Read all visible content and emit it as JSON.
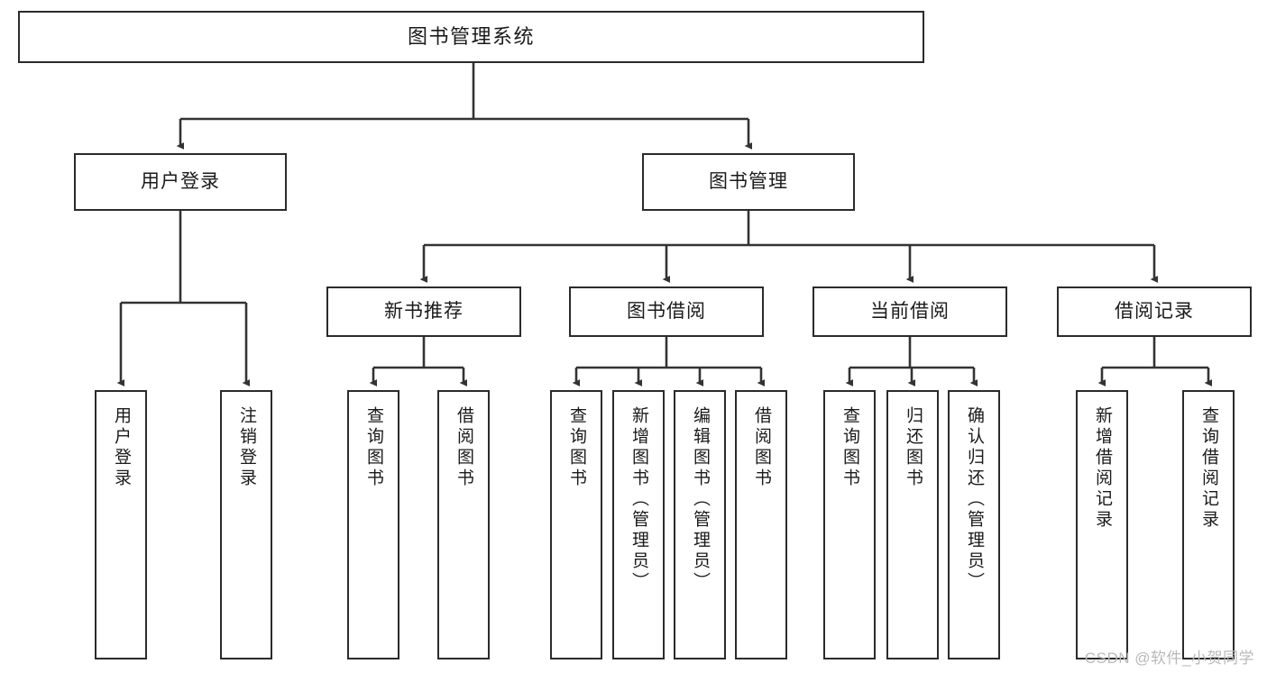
{
  "diagram": {
    "type": "tree-hierarchy",
    "title": "图书管理系统",
    "root": {
      "id": "root",
      "label": "图书管理系统",
      "orientation": "horizontal"
    },
    "level2": [
      {
        "id": "user-login",
        "label": "用户登录",
        "orientation": "horizontal"
      },
      {
        "id": "book-management",
        "label": "图书管理",
        "orientation": "horizontal"
      }
    ],
    "level3": [
      {
        "id": "new-book-recommend",
        "label": "新书推荐",
        "orientation": "horizontal",
        "parent": "book-management"
      },
      {
        "id": "book-borrow",
        "label": "图书借阅",
        "orientation": "horizontal",
        "parent": "book-management"
      },
      {
        "id": "current-borrow",
        "label": "当前借阅",
        "orientation": "horizontal",
        "parent": "book-management"
      },
      {
        "id": "borrow-record",
        "label": "借阅记录",
        "orientation": "horizontal",
        "parent": "book-management"
      }
    ],
    "leaves": [
      {
        "id": "leaf-user-login",
        "label": "用户登录",
        "parent": "user-login"
      },
      {
        "id": "leaf-logout",
        "label": "注销登录",
        "parent": "user-login"
      },
      {
        "id": "leaf-query-book-1",
        "label": "查询图书",
        "parent": "new-book-recommend"
      },
      {
        "id": "leaf-borrow-book-1",
        "label": "借阅图书",
        "parent": "new-book-recommend"
      },
      {
        "id": "leaf-query-book-2",
        "label": "查询图书",
        "parent": "book-borrow"
      },
      {
        "id": "leaf-add-book",
        "label": "新增图书（管理员）",
        "parent": "book-borrow"
      },
      {
        "id": "leaf-edit-book",
        "label": "编辑图书（管理员）",
        "parent": "book-borrow"
      },
      {
        "id": "leaf-borrow-book-2",
        "label": "借阅图书",
        "parent": "book-borrow"
      },
      {
        "id": "leaf-query-book-3",
        "label": "查询图书",
        "parent": "current-borrow"
      },
      {
        "id": "leaf-return-book",
        "label": "归还图书",
        "parent": "current-borrow"
      },
      {
        "id": "leaf-confirm-return",
        "label": "确认归还（管理员）",
        "parent": "current-borrow"
      },
      {
        "id": "leaf-add-record",
        "label": "新增借阅记录",
        "parent": "borrow-record"
      },
      {
        "id": "leaf-query-record",
        "label": "查询借阅记录",
        "parent": "borrow-record"
      }
    ]
  },
  "watermark": {
    "text": "CSDN @软件_小贺同学"
  },
  "colors": {
    "box_border": "#2b2b2b",
    "box_fill": "#ffffff",
    "line": "#333333",
    "text": "#1a1a1a",
    "watermark": "#b9b9b9",
    "background": "#ffffff"
  }
}
